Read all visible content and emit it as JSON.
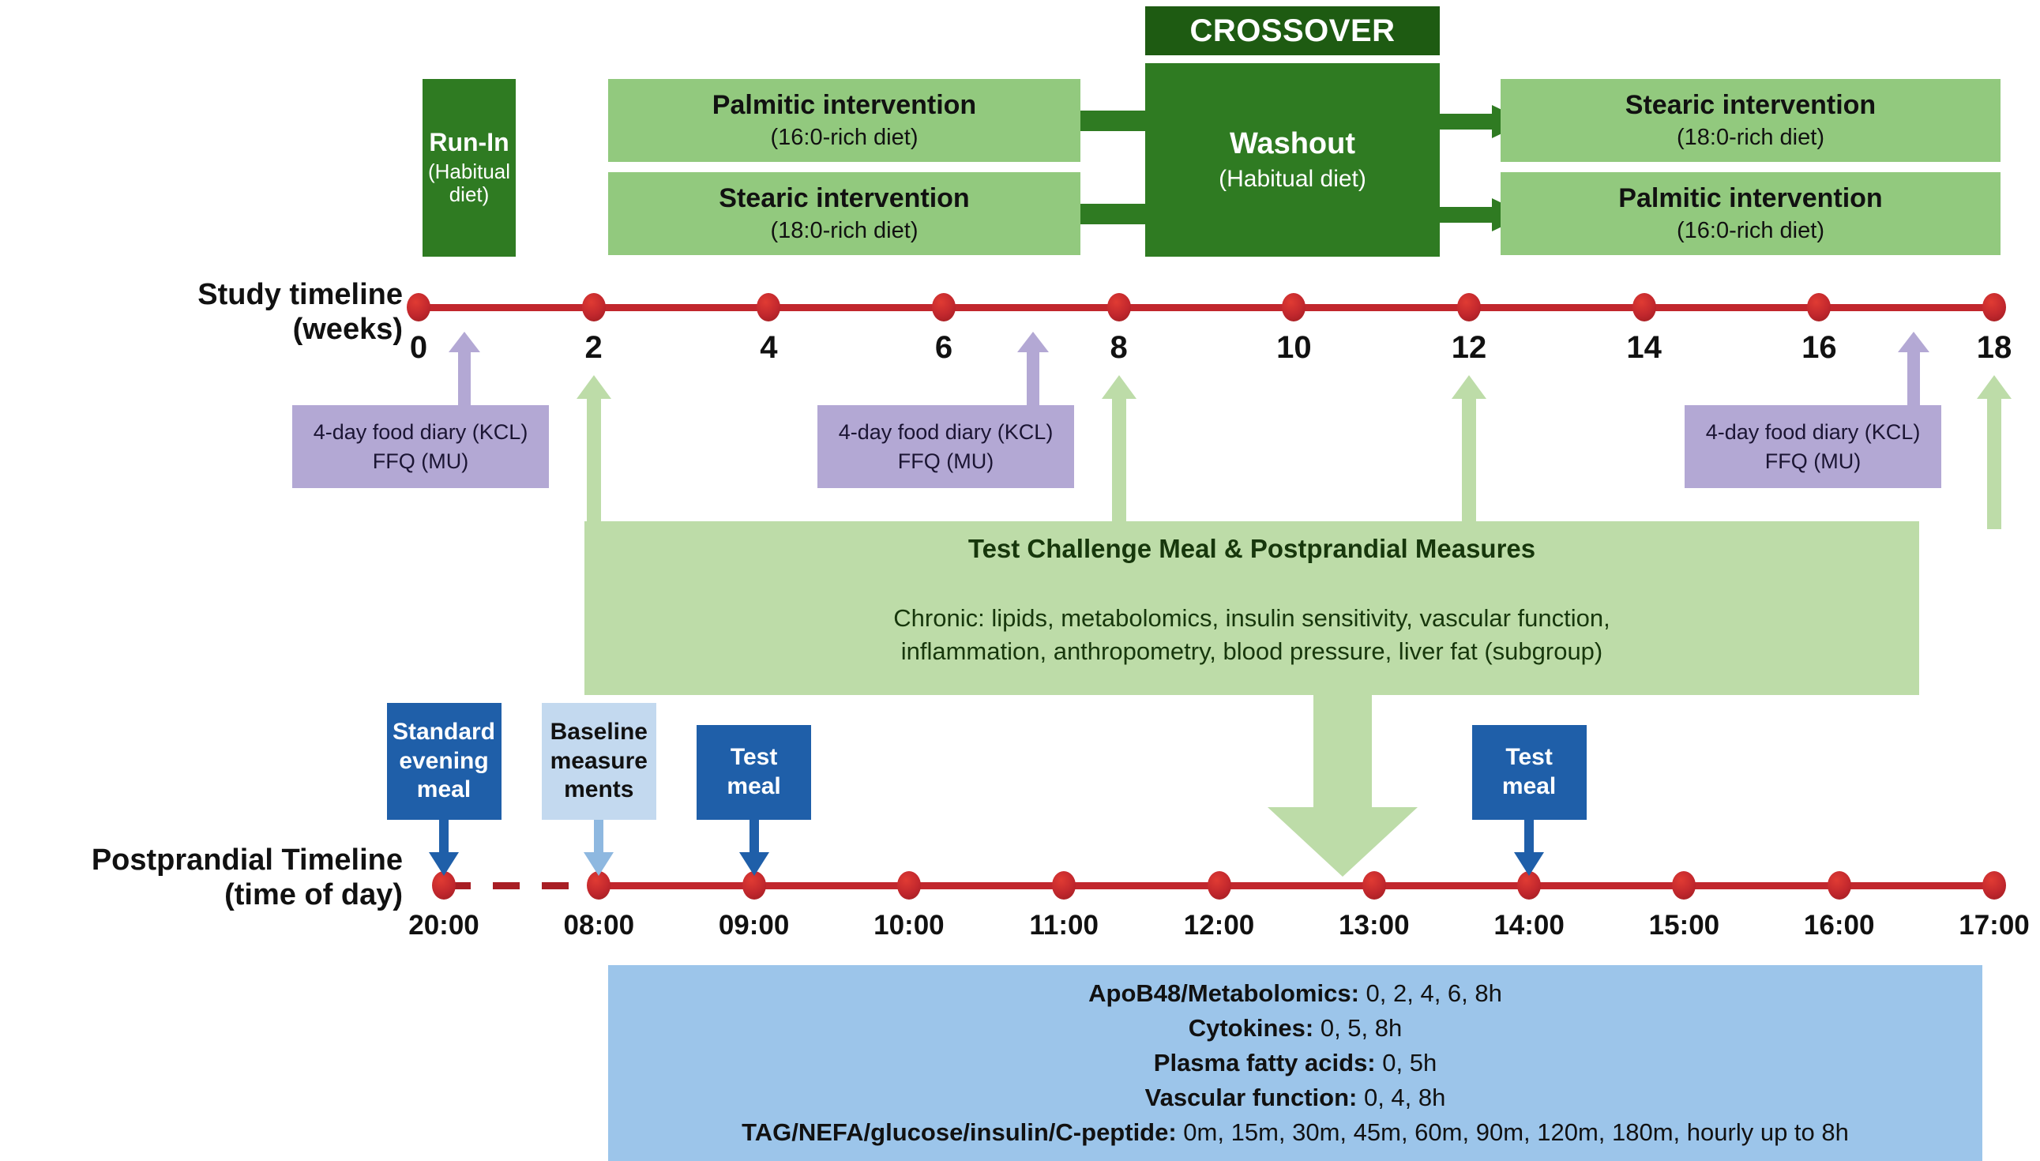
{
  "figure": {
    "type": "study-design-diagram",
    "title": "Crossover dietary intervention study design with postprandial test day timeline"
  },
  "top_flow": {
    "crossover_banner": "CROSSOVER",
    "run_in": {
      "title": "Run-In",
      "sub": "(Habitual diet)"
    },
    "washout": {
      "title": "Washout",
      "sub": "(Habitual diet)"
    },
    "arm_left_top": {
      "title": "Palmitic intervention",
      "sub": "(16:0-rich diet)"
    },
    "arm_left_bottom": {
      "title": "Stearic intervention",
      "sub": "(18:0-rich diet)"
    },
    "arm_right_top": {
      "title": "Stearic intervention",
      "sub": "(18:0-rich diet)"
    },
    "arm_right_bottom": {
      "title": "Palmitic intervention",
      "sub": "(16:0-rich diet)"
    }
  },
  "study_timeline": {
    "label_line1": "Study timeline",
    "label_line2": "(weeks)",
    "ticks": [
      "0",
      "2",
      "4",
      "6",
      "8",
      "10",
      "12",
      "14",
      "16",
      "18"
    ],
    "measure_arrow_weeks": [
      "2",
      "8",
      "12",
      "18"
    ],
    "diary_arrow_weeks": [
      "0",
      "7",
      "17"
    ]
  },
  "food_diary_boxes": [
    {
      "line1": "4-day food diary (KCL)",
      "line2": "FFQ (MU)"
    },
    {
      "line1": "4-day food diary (KCL)",
      "line2": "FFQ (MU)"
    },
    {
      "line1": "4-day food diary (KCL)",
      "line2": "FFQ (MU)"
    }
  ],
  "measures_panel": {
    "title": "Test Challenge Meal & Postprandial Measures",
    "body_line1": "Chronic: lipids, metabolomics, insulin sensitivity, vascular function,",
    "body_line2": "inflammation, anthropometry, blood pressure, liver fat (subgroup)"
  },
  "postprandial_timeline": {
    "label_line1": "Postprandial Timeline",
    "label_line2": "(time of day)",
    "ticks": [
      "20:00",
      "08:00",
      "09:00",
      "10:00",
      "11:00",
      "12:00",
      "13:00",
      "14:00",
      "15:00",
      "16:00",
      "17:00"
    ],
    "event_boxes": [
      {
        "name": "standard-evening-meal",
        "lines": [
          "Standard",
          "evening",
          "meal"
        ],
        "at": "20:00",
        "style": "dark-blue"
      },
      {
        "name": "baseline-measurements",
        "lines": [
          "Baseline",
          "measure",
          "ments"
        ],
        "at": "08:00",
        "style": "pale-blue"
      },
      {
        "name": "test-meal-1",
        "lines": [
          "Test",
          "meal"
        ],
        "at": "09:00",
        "style": "dark-blue"
      },
      {
        "name": "test-meal-2",
        "lines": [
          "Test",
          "meal"
        ],
        "at": "14:00",
        "style": "dark-blue"
      }
    ]
  },
  "sampling_panel": {
    "rows": [
      {
        "label": "ApoB48/Metabolomics:",
        "value": "0, 2, 4, 6, 8h"
      },
      {
        "label": "Cytokines:",
        "value": "0, 5, 8h"
      },
      {
        "label": "Plasma fatty acids:",
        "value": "0, 5h"
      },
      {
        "label": "Vascular function:",
        "value": "0, 4, 8h"
      },
      {
        "label": "TAG/NEFA/glucose/insulin/C-peptide:",
        "value": "0m, 15m, 30m, 45m, 60m, 90m, 120m, 180m, hourly up to 8h"
      }
    ]
  },
  "colors": {
    "dark_green": "#2F7B22",
    "banner_green": "#1E5B12",
    "light_green": "#92C97E",
    "pale_green": "#BDDCA8",
    "purple": "#B3A8D4",
    "dark_blue": "#1F5FA9",
    "pale_blue": "#C3D9EF",
    "light_blue": "#9CC5EA",
    "timeline_red": "#C1272D"
  }
}
